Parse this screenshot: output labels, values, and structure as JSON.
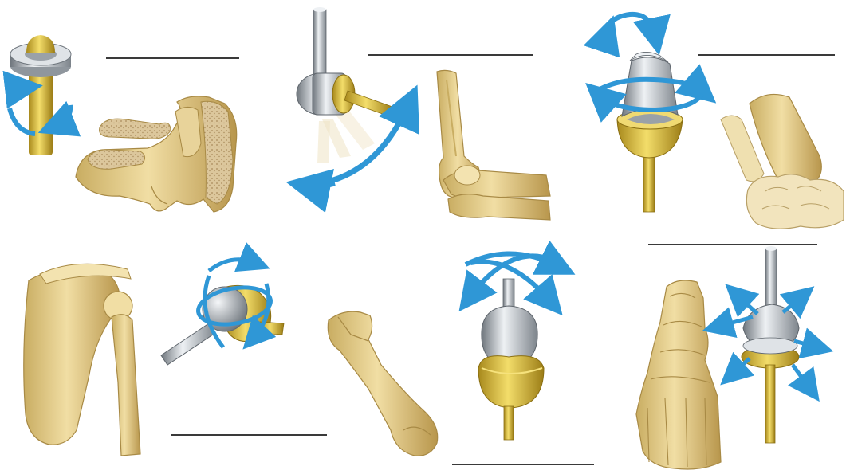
{
  "title": "",
  "colors": {
    "bone": "#e7d08f",
    "bone_shade": "#c9ad62",
    "bone_dark": "#a88a45",
    "spongy": "#d9c39a",
    "metal": "#b9bec4",
    "metal_dark": "#6f767d",
    "metal_light": "#eef1f4",
    "gold": "#e2c23a",
    "gold_dark": "#a8891c",
    "arrow": "#2f97d6",
    "blank_line": "#3a3a3a",
    "background": "#ffffff"
  },
  "panels": [
    {
      "joint": "pivot",
      "blank_label": "",
      "icon": "pivot-joint-model",
      "rotation": "axial"
    },
    {
      "joint": "hinge",
      "blank_label": "",
      "icon": "hinge-joint-model",
      "rotation": "single-plane-arc"
    },
    {
      "joint": "saddle",
      "blank_label": "",
      "icon": "saddle-joint-model",
      "rotation": "biaxial"
    },
    {
      "joint": "ball-and-socket",
      "blank_label": "",
      "icon": "ball-and-socket-joint-model",
      "rotation": "multiaxial"
    },
    {
      "joint": "condyloid",
      "blank_label": "",
      "icon": "condyloid-joint-model",
      "rotation": "biaxial-arcs"
    },
    {
      "joint": "plane",
      "blank_label": "",
      "icon": "plane-gliding-joint-model",
      "rotation": "gliding"
    }
  ]
}
